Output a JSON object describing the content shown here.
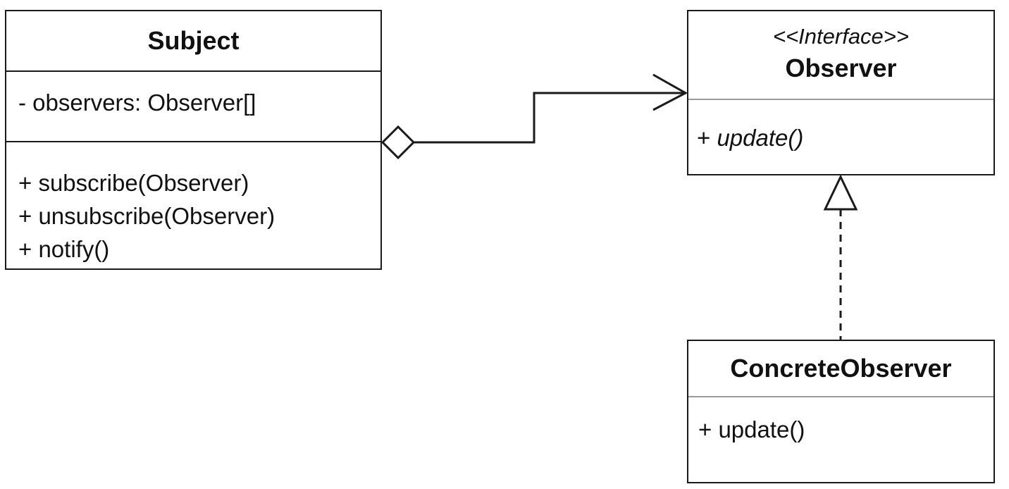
{
  "classes": {
    "subject": {
      "name": "Subject",
      "attributes": [
        "- observers: Observer[]"
      ],
      "operations": [
        "+ subscribe(Observer)",
        "+ unsubscribe(Observer)",
        "+ notify()"
      ]
    },
    "observer": {
      "stereotype": "<<Interface>>",
      "name": "Observer",
      "operation_visibility": "+",
      "operation_name": "update()"
    },
    "concrete_observer": {
      "name": "ConcreteObserver",
      "operations": [
        "+ update()"
      ]
    }
  },
  "relationships": [
    {
      "type": "aggregation",
      "from": "Subject",
      "to": "Observer"
    },
    {
      "type": "realization",
      "from": "ConcreteObserver",
      "to": "Observer"
    }
  ],
  "colors": {
    "line": "#1a1a1a",
    "divider": "#9a9a9a",
    "background": "#ffffff"
  }
}
